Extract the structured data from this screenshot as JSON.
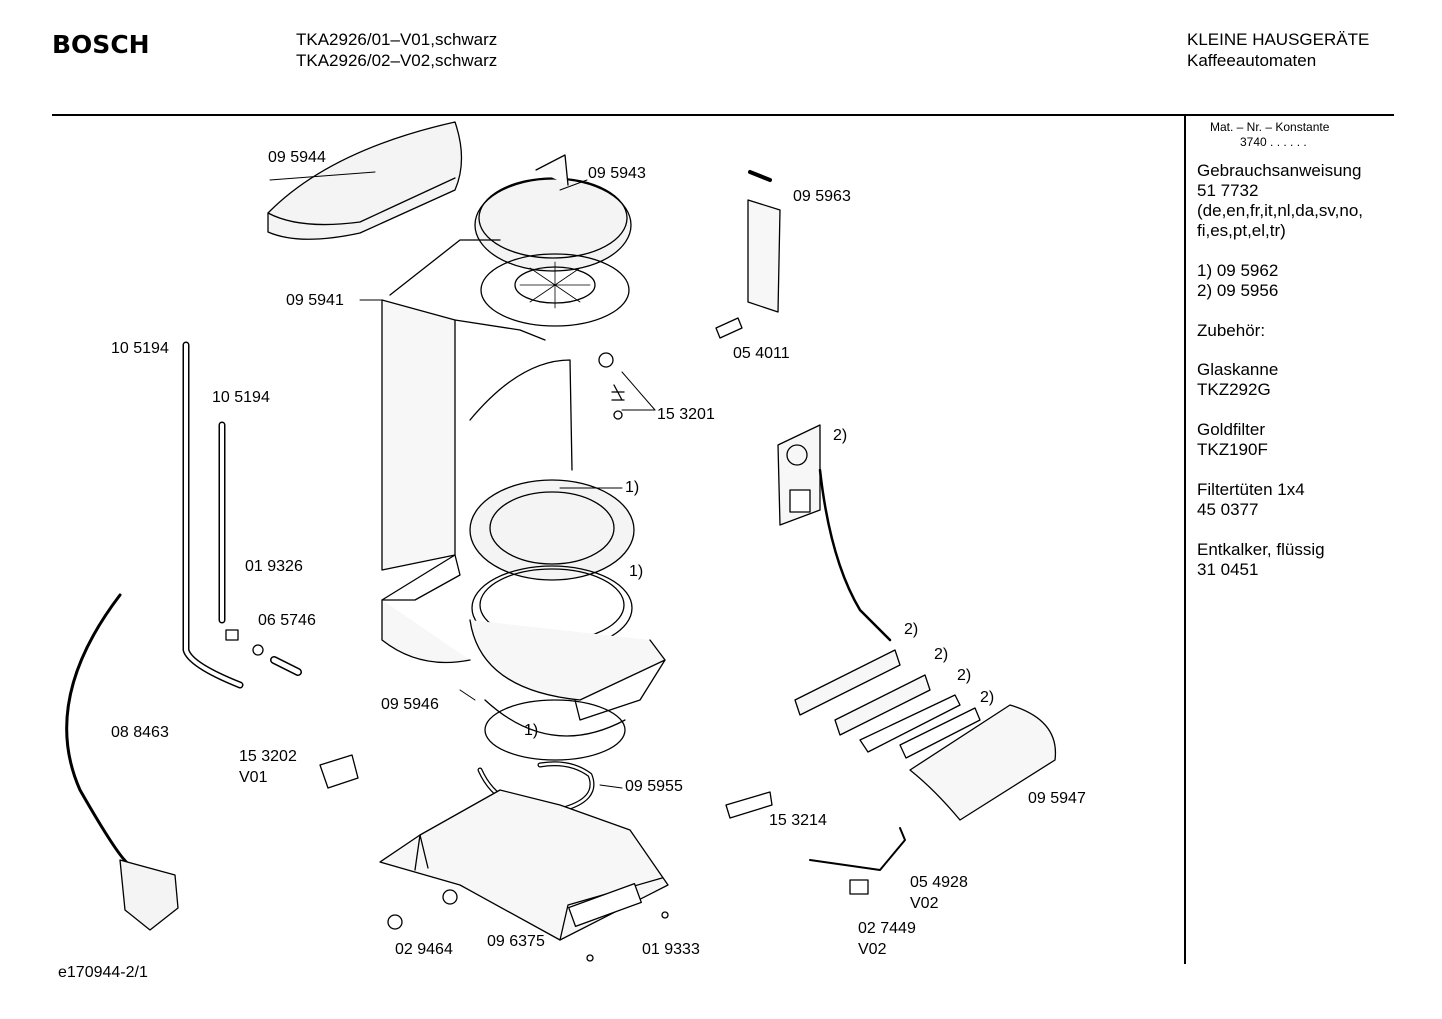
{
  "header": {
    "brand": "BOSCH",
    "model_lines": [
      "TKA2926/01–V01,schwarz",
      "TKA2926/02–V02,schwarz"
    ],
    "category_lines": [
      "KLEINE HAUSGERÄTE",
      "Kaffeeautomaten"
    ]
  },
  "sidebar": {
    "mat_nr_label": "Mat. – Nr. – Konstante",
    "mat_nr_value": "3740 . . . . . .",
    "manual_title": "Gebrauchsanweisung",
    "manual_number": "51 7732",
    "manual_languages_1": "(de,en,fr,it,nl,da,sv,no,",
    "manual_languages_2": "fi,es,pt,el,tr)",
    "note_1": "1)  09 5962",
    "note_2": "2)  09 5956",
    "accessories_title": "Zubehör:",
    "items": [
      {
        "name": "Glaskanne",
        "code": "TKZ292G"
      },
      {
        "name": "Goldfilter",
        "code": "TKZ190F"
      },
      {
        "name": "Filtertüten 1x4",
        "code": "45 0377"
      },
      {
        "name": "Entkalker, flüssig",
        "code": "31 0451"
      }
    ]
  },
  "part_labels": {
    "p095944": "09 5944",
    "p095943": "09 5943",
    "p095963": "09 5963",
    "p095941": "09 5941",
    "p054011": "05 4011",
    "p105194a": "10 5194",
    "p105194b": "10 5194",
    "p153201": "15 3201",
    "p019326": "01 9326",
    "p065746": "06 5746",
    "p095946": "09 5946",
    "p088463": "08 8463",
    "p153202": "15 3202",
    "v01": "V01",
    "p095955": "09 5955",
    "p153214": "15 3214",
    "p095947": "09 5947",
    "p054928": "05 4928",
    "v02a": "V02",
    "p027449": "02 7449",
    "v02b": "V02",
    "p029464": "02 9464",
    "p096375": "09 6375",
    "p019333": "01 9333",
    "n1a": "1)",
    "n1b": "1)",
    "n1c": "1)",
    "n2a": "2)",
    "n2b": "2)",
    "n2c": "2)",
    "n2d": "2)",
    "n2e": "2)"
  },
  "footer": {
    "drawing_id": "e170944-2/1"
  }
}
